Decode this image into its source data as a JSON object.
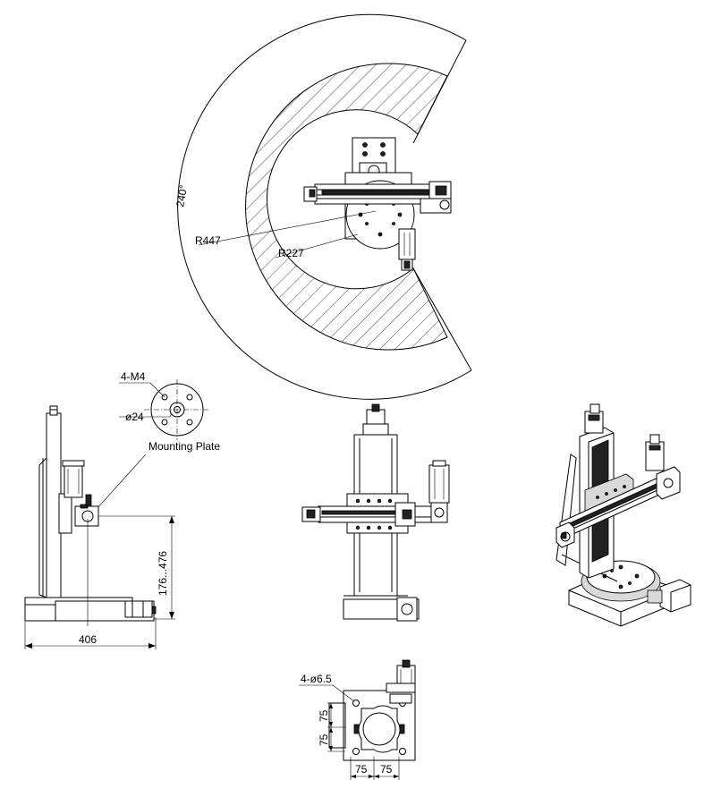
{
  "top_view": {
    "angle_label": "240°",
    "outer_radius_label": "R447",
    "inner_radius_label": "R227"
  },
  "plate_view": {
    "thread_label": "4-M4",
    "diameter_label": "ø24",
    "caption": "Mounting Plate"
  },
  "side_view": {
    "height_range_label": "176...476",
    "width_label": "406"
  },
  "base_view": {
    "hole_label": "4-ø6.5",
    "dim_v1": "75",
    "dim_v2": "75",
    "dim_h1": "75",
    "dim_h2": "75"
  }
}
